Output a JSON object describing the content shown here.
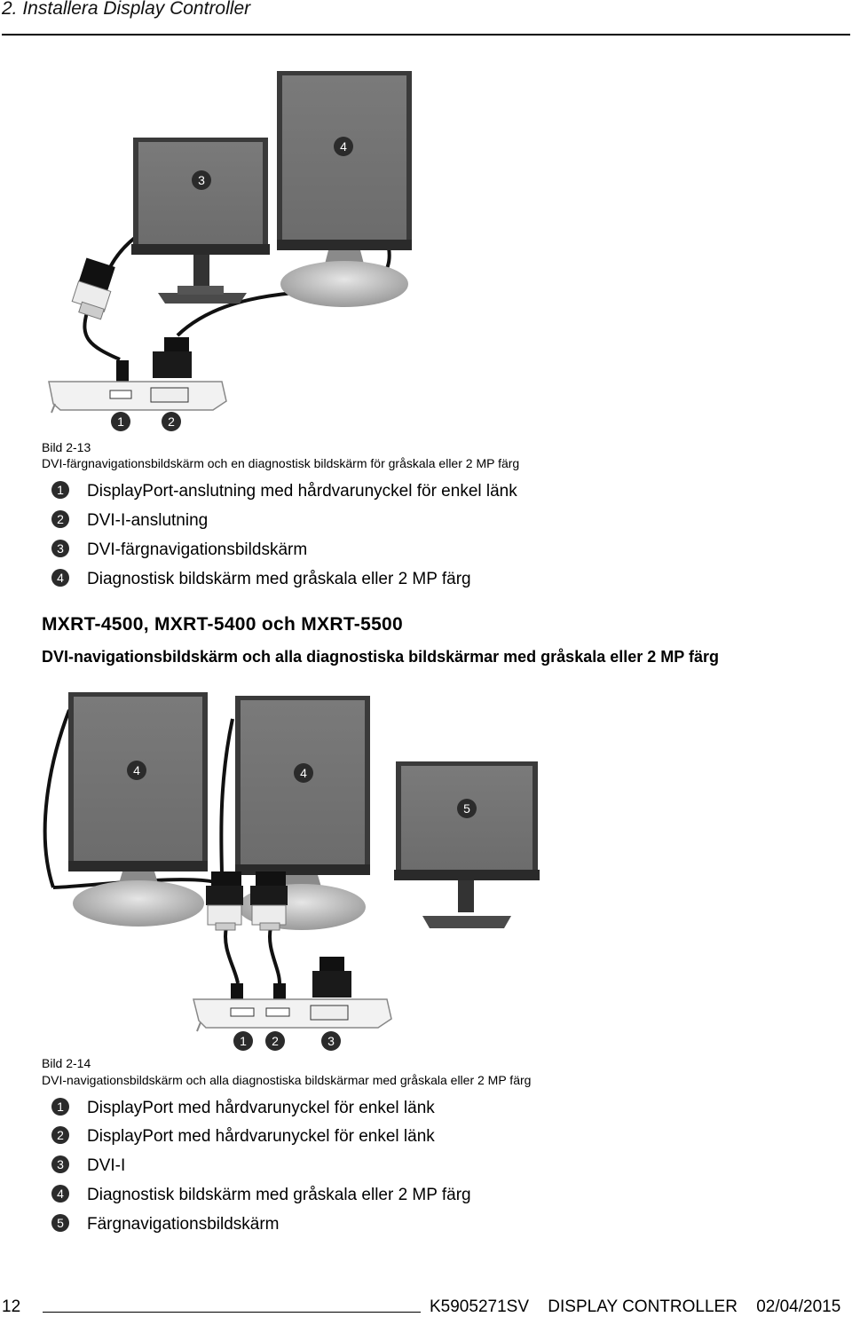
{
  "header": {
    "chapter_title": "2. Installera Display Controller"
  },
  "figure1": {
    "caption_number": "Bild 2-13",
    "caption_text": "DVI-färgnavigationsbildskärm och en diagnostisk bildskärm för gråskala eller 2 MP färg",
    "callouts": [
      "1",
      "2",
      "3",
      "4"
    ],
    "legend": [
      {
        "num": "1",
        "text": "DisplayPort-anslutning med hårdvarunyckel för enkel länk"
      },
      {
        "num": "2",
        "text": "DVI-I-anslutning"
      },
      {
        "num": "3",
        "text": "DVI-färgnavigationsbildskärm"
      },
      {
        "num": "4",
        "text": "Diagnostisk bildskärm med gråskala eller 2 MP färg"
      }
    ]
  },
  "section": {
    "title": "MXRT-4500, MXRT-5400 och MXRT-5500",
    "subtitle": "DVI-navigationsbildskärm och alla diagnostiska bildskärmar med gråskala eller 2 MP färg"
  },
  "figure2": {
    "caption_number": "Bild 2-14",
    "caption_text": "DVI-navigationsbildskärm och alla diagnostiska bildskärmar med gråskala eller 2 MP färg",
    "callouts": [
      "1",
      "2",
      "3",
      "4",
      "4",
      "5"
    ],
    "legend": [
      {
        "num": "1",
        "text": "DisplayPort med hårdvarunyckel för enkel länk"
      },
      {
        "num": "2",
        "text": "DisplayPort med hårdvarunyckel för enkel länk"
      },
      {
        "num": "3",
        "text": "DVI-I"
      },
      {
        "num": "4",
        "text": "Diagnostisk bildskärm med gråskala eller 2 MP färg"
      },
      {
        "num": "5",
        "text": "Färgnavigationsbildskärm"
      }
    ]
  },
  "footer": {
    "page_number": "12",
    "doc_id": "K5905271SV",
    "product": "DISPLAY CONTROLLER",
    "date": "02/04/2015"
  }
}
